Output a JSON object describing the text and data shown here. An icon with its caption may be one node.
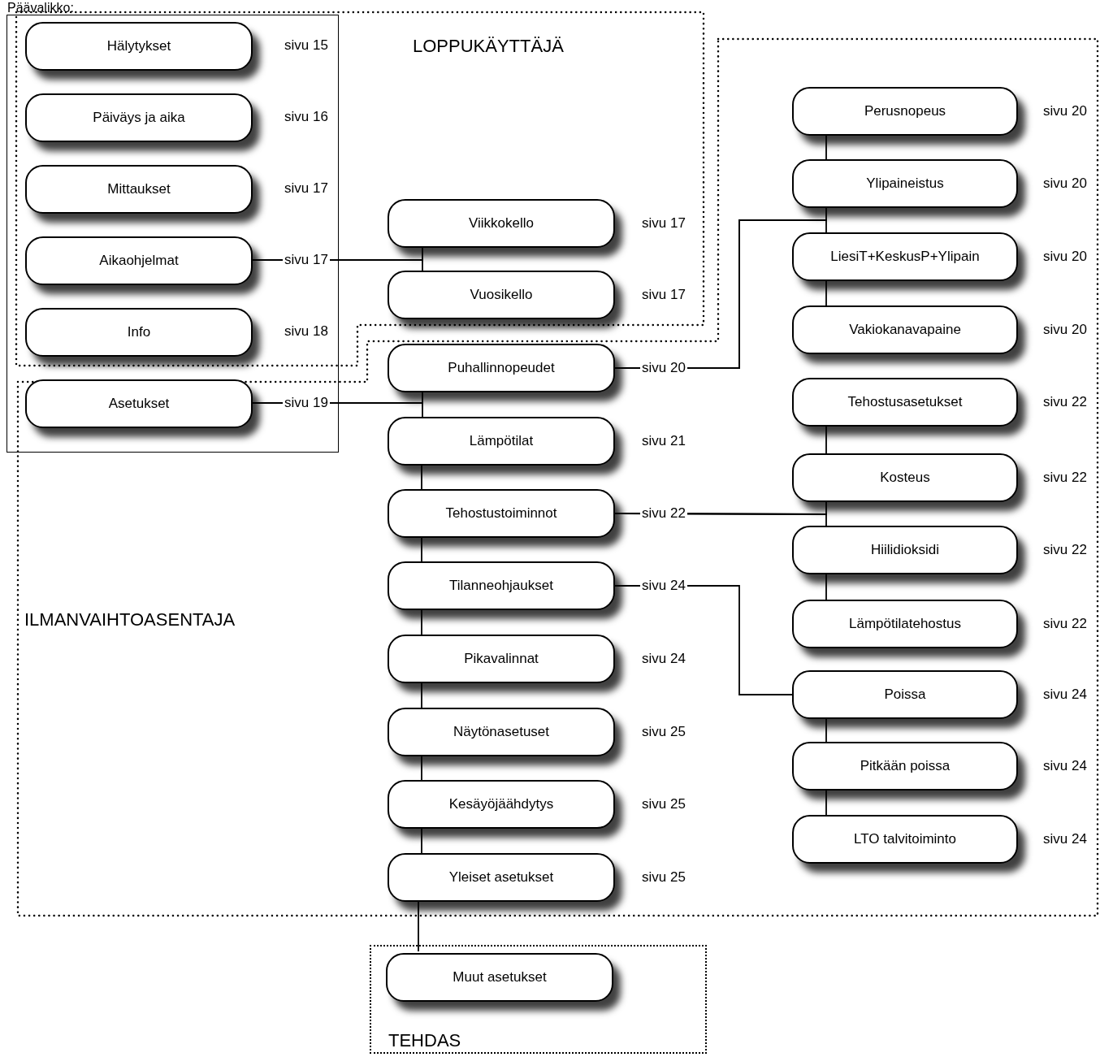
{
  "diagram": {
    "nodes": [
      {
        "text": [
          "Päävalikko:"
        ]
      },
      {
        "text": [
          "Hälytykset"
        ],
        "in": 0,
        "beside": [
          "sivu 15"
        ]
      },
      {
        "text": [
          "Päiväys ja aika"
        ],
        "in": 0,
        "beside": [
          "sivu 16"
        ]
      },
      {
        "text": [
          "Mittaukset"
        ],
        "in": 0,
        "beside": [
          "sivu 17"
        ]
      },
      {
        "text": [
          "Aikaohjelmat"
        ],
        "in": 0,
        "beside": [
          "sivu 17"
        ]
      },
      {
        "text": [
          "Info"
        ],
        "in": 0,
        "beside": [
          "sivu 18"
        ]
      },
      {
        "text": [
          "Asetukset"
        ],
        "in": 0,
        "beside": [
          "sivu 19"
        ]
      },
      {
        "text": [
          "Viikkokello"
        ],
        "beside": [
          "sivu 17"
        ]
      },
      {
        "text": [
          "Vuosikello"
        ],
        "beside": [
          "sivu 17"
        ]
      },
      {
        "text": [
          "Puhallinnopeudet"
        ],
        "beside": [
          "sivu 20"
        ]
      },
      {
        "text": [
          "Lämpötilat"
        ],
        "beside": [
          "sivu 21"
        ]
      },
      {
        "text": [
          "Tehostustoiminnot"
        ],
        "beside": [
          "sivu 22"
        ]
      },
      {
        "text": [
          "Tilanneohjaukset"
        ],
        "beside": [
          "sivu 24"
        ]
      },
      {
        "text": [
          "Pikavalinnat"
        ],
        "beside": [
          "sivu 24"
        ]
      },
      {
        "text": [
          "Näytönasetuset"
        ],
        "beside": [
          "sivu 25"
        ]
      },
      {
        "text": [
          "Kesäyöjäähdytys"
        ],
        "beside": [
          "sivu 25"
        ]
      },
      {
        "text": [
          "Yleiset asetukset"
        ],
        "beside": [
          "sivu 25"
        ]
      },
      {
        "text": [
          "TEHDAS"
        ]
      },
      {
        "text": [
          "Muut asetukset"
        ],
        "in": 17
      },
      {
        "text": [
          "Perusnopeus"
        ],
        "beside": [
          "sivu 20"
        ]
      },
      {
        "text": [
          "Ylipaineistus"
        ],
        "beside": [
          "sivu 20"
        ]
      },
      {
        "text": [
          "LiesiT+KeskusP+Ylipain"
        ],
        "beside": [
          "sivu 20"
        ]
      },
      {
        "text": [
          "Vakiokanavapaine"
        ],
        "beside": [
          "sivu 20"
        ]
      },
      {
        "text": [
          "Tehostusasetukset"
        ],
        "beside": [
          "sivu 22"
        ]
      },
      {
        "text": [
          "Kosteus"
        ],
        "beside": [
          "sivu 22"
        ]
      },
      {
        "text": [
          "Hiilidioksidi"
        ],
        "beside": [
          "sivu 22"
        ]
      },
      {
        "text": [
          "Lämpötilatehostus"
        ],
        "beside": [
          "sivu 22"
        ]
      },
      {
        "text": [
          "Poissa"
        ],
        "beside": [
          "sivu 24"
        ]
      },
      {
        "text": [
          "Pitkään poissa"
        ],
        "beside": [
          "sivu 24"
        ]
      },
      {
        "text": [
          "LTO talvitoiminto"
        ],
        "beside": [
          "sivu 24"
        ]
      }
    ],
    "edges": [
      {
        "from": 4,
        "to": 7,
        "arrow": "none"
      },
      {
        "from": 4,
        "to": 8,
        "arrow": "none"
      },
      {
        "from": 6,
        "to": 9,
        "arrow": "none"
      },
      {
        "from": 6,
        "to": 10,
        "arrow": "none"
      },
      {
        "from": 10,
        "to": 11,
        "arrow": "none"
      },
      {
        "from": 11,
        "to": 12,
        "arrow": "none"
      },
      {
        "from": 12,
        "to": 13,
        "arrow": "none"
      },
      {
        "from": 13,
        "to": 14,
        "arrow": "none"
      },
      {
        "from": 14,
        "to": 15,
        "arrow": "none"
      },
      {
        "from": 15,
        "to": 16,
        "arrow": "none"
      },
      {
        "from": 16,
        "to": 18,
        "arrow": "none"
      },
      {
        "from": 9,
        "to": 20,
        "arrow": "none"
      },
      {
        "from": 9,
        "to": 21,
        "arrow": "none"
      },
      {
        "from": 19,
        "to": 20,
        "arrow": "none"
      },
      {
        "from": 21,
        "to": 22,
        "arrow": "none"
      },
      {
        "from": 11,
        "to": 24,
        "arrow": "none"
      },
      {
        "from": 11,
        "to": 25,
        "arrow": "none"
      },
      {
        "from": 23,
        "to": 24,
        "arrow": "none"
      },
      {
        "from": 25,
        "to": 26,
        "arrow": "none"
      },
      {
        "from": 12,
        "to": 27,
        "arrow": "none"
      },
      {
        "from": 27,
        "to": 28,
        "arrow": "none"
      },
      {
        "from": 28,
        "to": 29,
        "arrow": "none"
      }
    ],
    "labels": [
      "LOPPUKÄYTTÄJÄ",
      "ILMANVAIHTOASENTAJA"
    ]
  }
}
